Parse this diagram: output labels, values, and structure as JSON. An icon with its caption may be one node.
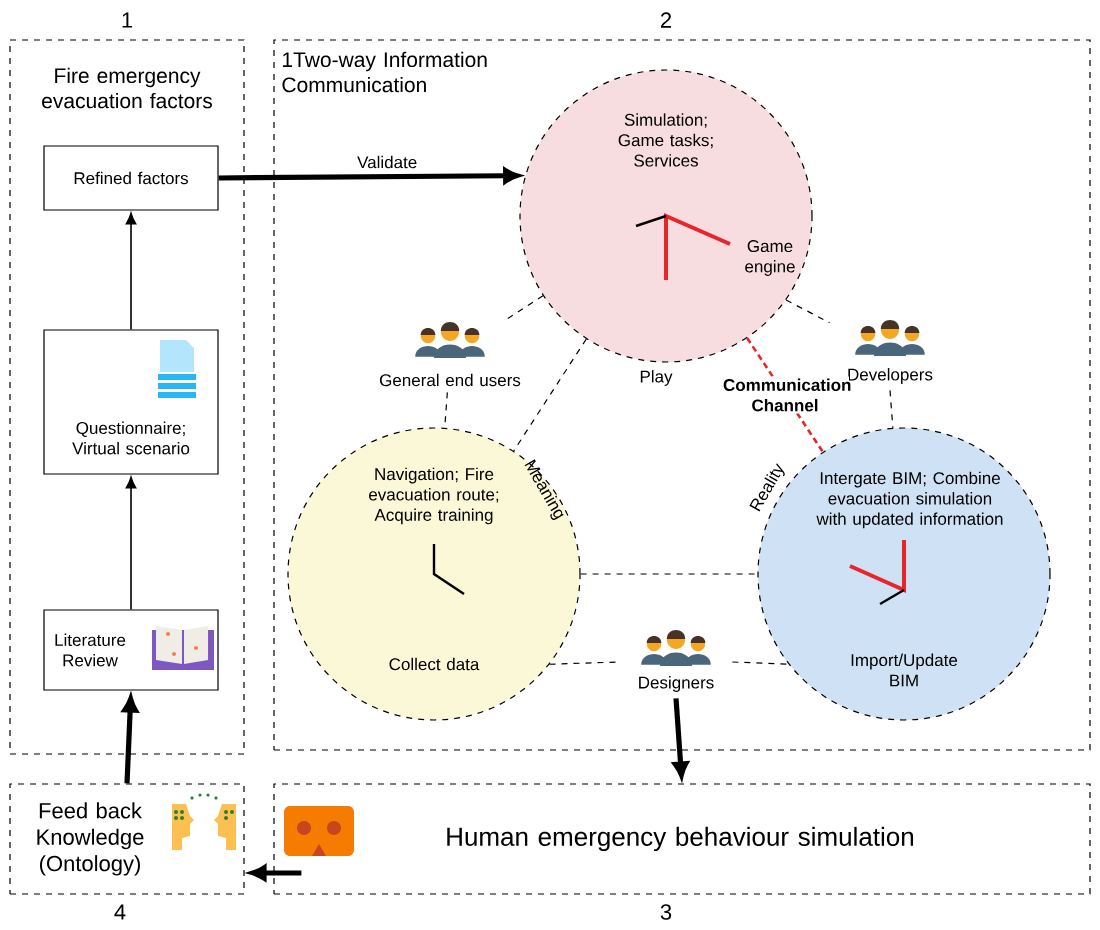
{
  "diagram": {
    "nodes": [
      {
        "text": [
          "Fire emergency evacuation factors"
        ],
        "beside": [
          "1"
        ]
      },
      {
        "text": [
          "Refined factors"
        ],
        "in": 0
      },
      {
        "text": [
          "Questionnaire; Virtual scenario"
        ],
        "in": 0
      },
      {
        "text": [
          "Literature Review"
        ],
        "in": 0
      },
      {
        "text": [
          "1Two-way Information Communication"
        ],
        "beside": [
          "2"
        ]
      },
      {
        "text": [
          "Simulation; Game tasks; Services",
          "Game engine"
        ],
        "beside": [
          "Play"
        ],
        "in": 4
      },
      {
        "text": [
          "Navigation; Fire evacuation route; Acquire training",
          "Collect data"
        ],
        "in": 4
      },
      {
        "text": [
          "Intergate BIM; Combine evacuation simulation with updated information",
          "Import/Update BIM"
        ],
        "in": 4
      },
      {
        "text": [
          "General end users"
        ],
        "in": 4
      },
      {
        "text": [
          "Developers"
        ],
        "in": 4
      },
      {
        "text": [
          "Designers"
        ],
        "in": 4
      },
      {
        "text": [
          "Human emergency behaviour simulation"
        ],
        "beside": [
          "3"
        ]
      },
      {
        "text": [
          "Feed back Knowledge (Ontology)"
        ],
        "beside": [
          "4"
        ]
      }
    ],
    "edges": [
      {
        "from": 1,
        "to": 5,
        "arrow": "to",
        "label": "Validate",
        "style": "thick"
      },
      {
        "from": 2,
        "to": 1,
        "arrow": "to"
      },
      {
        "from": 3,
        "to": 2,
        "arrow": "to"
      },
      {
        "from": 12,
        "to": 3,
        "arrow": "to",
        "style": "thick"
      },
      {
        "from": 11,
        "to": 12,
        "arrow": "to",
        "style": "thick"
      },
      {
        "from": 10,
        "to": 11,
        "arrow": "to",
        "style": "thick"
      },
      {
        "from": 5,
        "to": 8,
        "arrow": "none",
        "style": "dashed"
      },
      {
        "from": 8,
        "to": 6,
        "arrow": "none",
        "style": "dashed"
      },
      {
        "from": 5,
        "to": 9,
        "arrow": "none",
        "style": "dashed"
      },
      {
        "from": 9,
        "to": 7,
        "arrow": "none",
        "style": "dashed"
      },
      {
        "from": 6,
        "to": 10,
        "arrow": "none",
        "style": "dashed"
      },
      {
        "from": 10,
        "to": 7,
        "arrow": "none",
        "style": "dashed"
      },
      {
        "from": 5,
        "to": 6,
        "arrow": "none",
        "style": "dashed"
      },
      {
        "from": 6,
        "to": 7,
        "arrow": "none",
        "style": "dashed"
      },
      {
        "from": 5,
        "to": 7,
        "arrow": "none",
        "style": "dashed",
        "color": "#e8262a",
        "label": "Communication Channel"
      }
    ],
    "labels": [
      "Meaning",
      "Reality"
    ]
  }
}
